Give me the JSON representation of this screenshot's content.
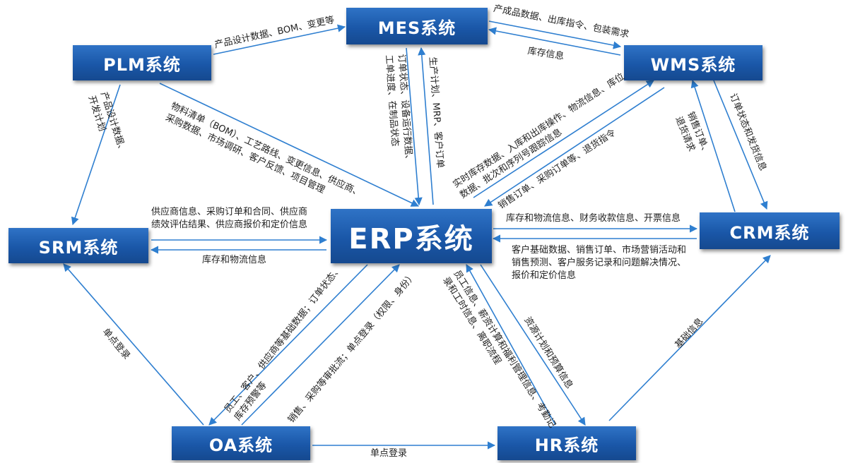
{
  "systems": {
    "mes": "MES系统",
    "plm": "PLM系统",
    "wms": "WMS系统",
    "srm": "SRM系统",
    "erp": "ERP系统",
    "crm": "CRM系统",
    "oa": "OA系统",
    "hr": "HR系统"
  },
  "flows": {
    "plm_mes": "产品设计数据、BOM、变更等",
    "mes_wms": "产成品数据、出库指令、包装需求",
    "wms_mes": "库存信息",
    "plm_srm": [
      "产品设计数据、",
      "开发计划"
    ],
    "plm_erp": [
      "物料清单（BOM）、工艺路线、变更信息、供应商、",
      "采购数据、市场调研、客户反馈、项目管理"
    ],
    "mes_erp": [
      "订单状态、设备运行数据、",
      "工单进度、在制品状态"
    ],
    "erp_mes": "生产计划、MRP、客户订单",
    "wms_erp": [
      "实时库存数据、入库和出库操作、物流信息、库位",
      "数据、批次和序列号跟踪信息"
    ],
    "erp_wms": "销售订单、采购订单等、退货指令",
    "crm_wms": [
      "销售订单、",
      "退货请求"
    ],
    "wms_crm": "订单状态和发货信息",
    "srm_erp": [
      "供应商信息、采购订单和合同、供应商",
      "绩效评估结果、供应商报价和定价信息"
    ],
    "erp_srm": "库存和物流信息",
    "erp_crm": "库存和物流信息、财务收款信息、开票信息",
    "crm_erp": [
      "客户基础数据、销售订单、市场营销活动和",
      "销售预测、客户服务记录和问题解决情况、",
      "报价和定价信息"
    ],
    "erp_oa": [
      "员工、客户、供应商等基础数据；订单状态、",
      "库存预警等"
    ],
    "oa_erp": "销售、采购等审批流；单点登录（权限、身份）",
    "hr_erp": [
      "员工信息、薪资计算和福利管理信息、考勤记",
      "录和工时信息、离职流程"
    ],
    "erp_hr": "资源计划和预算信息",
    "oa_srm": "单点登录",
    "hr_crm": "基础信息",
    "oa_hr": "单点登录"
  },
  "colors": {
    "node": "#1a57a8",
    "arrow": "#2f7fd0"
  }
}
